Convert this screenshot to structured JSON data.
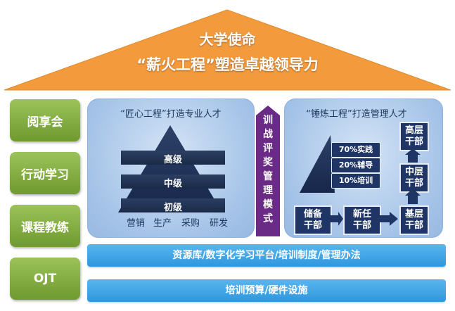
{
  "roof": {
    "line1": "大学使命",
    "line2": "“薪火工程”塑造卓越领导力"
  },
  "pillars": [
    "阅享会",
    "行动学习",
    "课程教练",
    "OJT"
  ],
  "left_panel": {
    "title": "“匠心工程”打造专业人才",
    "levels": [
      "高级",
      "中级",
      "初级"
    ],
    "functions": [
      "营销",
      "生产",
      "采购",
      "研发"
    ]
  },
  "middle_band": {
    "chars": [
      "训",
      "战",
      "评",
      "奖",
      "管",
      "理",
      "模",
      "式"
    ]
  },
  "right_panel": {
    "title": "“锤炼工程”打造管理人才",
    "ratios": [
      "70%实践",
      "20%辅导",
      "10%培训"
    ],
    "path": {
      "reserve": "储备\n干部",
      "new": "新任\n干部",
      "base": "基层\n干部",
      "middle": "中层\n干部",
      "senior": "高层\n干部"
    }
  },
  "foundation": {
    "bar1": "资源库/数字化学习平台/培训制度/管理办法",
    "bar2": "培训预算/硬件设施"
  },
  "colors": {
    "roof": "#f39a3d",
    "pillar": "#7fa93e",
    "panel": "#a6c4e8",
    "band": "#6a2b86",
    "bar": "#3aa3e3",
    "dark": "#1e3566"
  }
}
